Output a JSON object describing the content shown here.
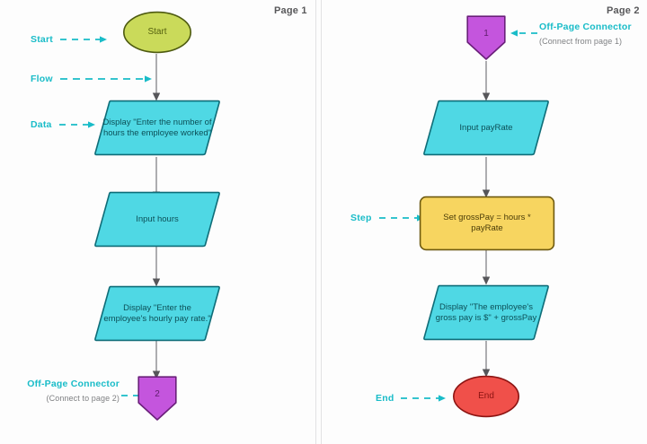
{
  "diagram": {
    "title_hidden": "Flowchart: Employee Gross Pay (two pages)",
    "background": "#fdfdfd",
    "divider_color": "#e2e2e4"
  },
  "colors": {
    "start_fill": "#cada5a",
    "start_stroke": "#4d5a10",
    "data_fill": "#4fd8e4",
    "data_stroke": "#0f6d78",
    "process_fill": "#f7d560",
    "process_stroke": "#6e5a10",
    "connector_fill": "#c455dd",
    "connector_stroke": "#6a1f7a",
    "end_fill": "#f0504a",
    "end_stroke": "#8c1412",
    "flow_line": "#8b8b8e",
    "legend_accent": "#19bcc8",
    "legend_sub": "#7f8083",
    "page_label": "#58585a"
  },
  "pages": [
    {
      "label": "Page 1",
      "legend": [
        {
          "name": "start",
          "text": "Start",
          "dash_segments": 3
        },
        {
          "name": "flow",
          "text": "Flow",
          "dash_segments": 7
        },
        {
          "name": "data",
          "text": "Data",
          "dash_segments": 2
        }
      ],
      "offpage_legend": {
        "title": "Off-Page Connector",
        "subtitle": "(Connect to page 2)"
      },
      "nodes": [
        {
          "id": "start",
          "type": "terminator",
          "text": "Start"
        },
        {
          "id": "display1",
          "type": "data",
          "text": "Display \"Enter the number of hours the employee worked\""
        },
        {
          "id": "input1",
          "type": "data",
          "text": "Input hours"
        },
        {
          "id": "display2",
          "type": "data",
          "text": "Display \"Enter the employee's hourly pay rate.\""
        },
        {
          "id": "conn2",
          "type": "offpage",
          "text": "2"
        }
      ]
    },
    {
      "label": "Page 2",
      "legend": [
        {
          "name": "step",
          "text": "Step",
          "dash_segments": 3
        },
        {
          "name": "end",
          "text": "End",
          "dash_segments": 3
        }
      ],
      "offpage_legend": {
        "title": "Off-Page Connector",
        "subtitle": "(Connect from page 1)"
      },
      "nodes": [
        {
          "id": "conn1",
          "type": "offpage",
          "text": "1"
        },
        {
          "id": "input2",
          "type": "data",
          "text": "Input payRate"
        },
        {
          "id": "process1",
          "type": "process",
          "text": "Set grossPay = hours * payRate"
        },
        {
          "id": "display3",
          "type": "data",
          "text": "Display \"The employee's gross pay is $\" + grossPay"
        },
        {
          "id": "end",
          "type": "terminator",
          "text": "End"
        }
      ]
    }
  ]
}
